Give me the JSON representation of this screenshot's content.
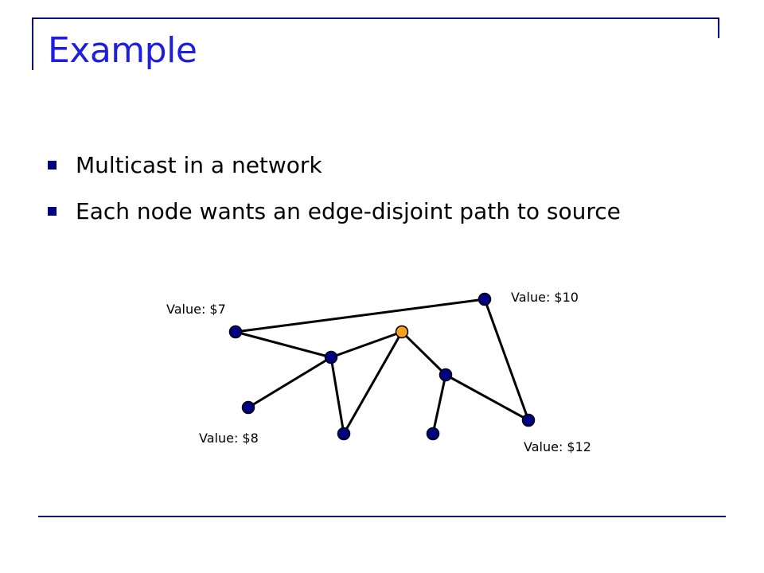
{
  "slide": {
    "title": "Example",
    "bullets": [
      "Multicast in a network",
      "Each node wants an edge-disjoint path to source"
    ]
  },
  "colors": {
    "title": "#1e1edc",
    "rule": "#000080",
    "node": "#000080",
    "source_node": "#f5a020",
    "edge": "#000000"
  },
  "diagram": {
    "labels": [
      "Value: $7",
      "Value: $10",
      "Value: $8",
      "Value: $12"
    ]
  }
}
